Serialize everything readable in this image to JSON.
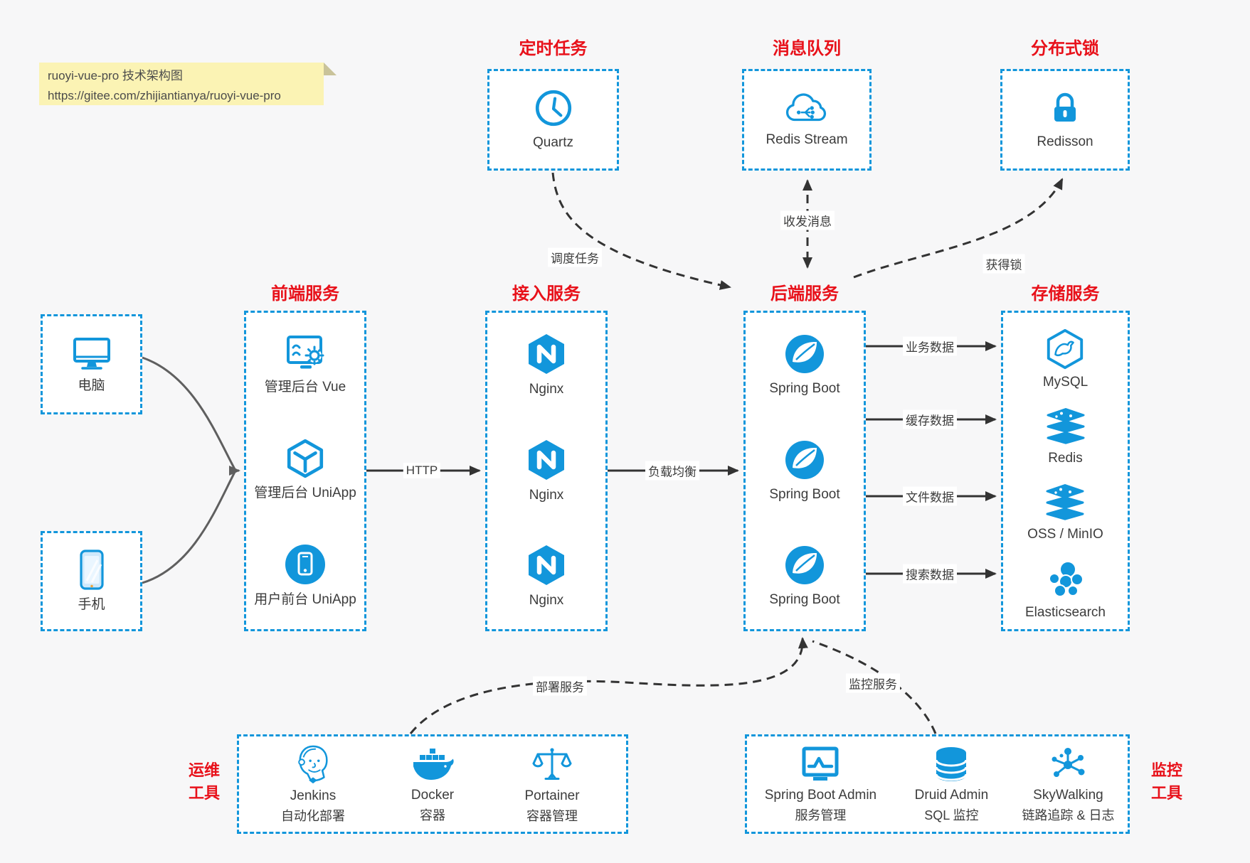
{
  "note": {
    "title": "ruoyi-vue-pro 技术架构图",
    "url": "https://gitee.com/zhijiantianya/ruoyi-vue-pro"
  },
  "colors": {
    "accent_blue": "#1296db",
    "title_red": "#e8111a",
    "arrow_dark": "#333333",
    "arrow_gray": "#5f5f5f",
    "note_bg": "#fbf3b4",
    "canvas_bg": "#f7f7f8",
    "node_bg": "#ffffff"
  },
  "clients": [
    {
      "label": "电脑",
      "icon": "desktop-icon"
    },
    {
      "label": "手机",
      "icon": "phone-icon"
    }
  ],
  "top_groups": [
    {
      "title": "定时任务",
      "item": {
        "label": "Quartz",
        "icon": "clock-icon"
      }
    },
    {
      "title": "消息队列",
      "item": {
        "label": "Redis Stream",
        "icon": "cloud-stream-icon"
      }
    },
    {
      "title": "分布式锁",
      "item": {
        "label": "Redisson",
        "icon": "lock-icon"
      }
    }
  ],
  "columns": [
    {
      "title": "前端服务",
      "items": [
        {
          "label": "管理后台 Vue",
          "icon": "admin-vue-icon"
        },
        {
          "label": "管理后台 UniApp",
          "icon": "uniapp-cube-icon"
        },
        {
          "label": "用户前台 UniApp",
          "icon": "user-app-icon"
        }
      ]
    },
    {
      "title": "接入服务",
      "items": [
        {
          "label": "Nginx",
          "icon": "nginx-icon"
        },
        {
          "label": "Nginx",
          "icon": "nginx-icon"
        },
        {
          "label": "Nginx",
          "icon": "nginx-icon"
        }
      ]
    },
    {
      "title": "后端服务",
      "items": [
        {
          "label": "Spring Boot",
          "icon": "spring-boot-icon"
        },
        {
          "label": "Spring Boot",
          "icon": "spring-boot-icon"
        },
        {
          "label": "Spring Boot",
          "icon": "spring-boot-icon"
        }
      ]
    },
    {
      "title": "存储服务",
      "items": [
        {
          "label": "MySQL",
          "icon": "mysql-icon"
        },
        {
          "label": "Redis",
          "icon": "redis-icon"
        },
        {
          "label": "OSS / MinIO",
          "icon": "oss-minio-icon"
        },
        {
          "label": "Elasticsearch",
          "icon": "elasticsearch-icon"
        }
      ]
    }
  ],
  "bottom_groups": [
    {
      "side_label": [
        "运维",
        "工具"
      ],
      "items": [
        {
          "name": "Jenkins",
          "desc": "自动化部署",
          "icon": "jenkins-icon"
        },
        {
          "name": "Docker",
          "desc": "容器",
          "icon": "docker-whale-icon"
        },
        {
          "name": "Portainer",
          "desc": "容器管理",
          "icon": "portainer-scales-icon"
        }
      ]
    },
    {
      "side_label": [
        "监控",
        "工具"
      ],
      "items": [
        {
          "name": "Spring Boot Admin",
          "desc": "服务管理",
          "icon": "spring-boot-admin-icon"
        },
        {
          "name": "Druid Admin",
          "desc": "SQL 监控",
          "icon": "druid-database-icon"
        },
        {
          "name": "SkyWalking",
          "desc": "链路追踪 & 日志",
          "icon": "skywalking-icon"
        }
      ]
    }
  ],
  "edges": {
    "http": "HTTP",
    "load_balance": "负载均衡",
    "business_data": "业务数据",
    "cache_data": "缓存数据",
    "file_data": "文件数据",
    "search_data": "搜索数据",
    "schedule_task": "调度任务",
    "send_receive_message": "收发消息",
    "acquire_lock": "获得锁",
    "deploy_service": "部署服务",
    "monitor_service": "监控服务"
  }
}
